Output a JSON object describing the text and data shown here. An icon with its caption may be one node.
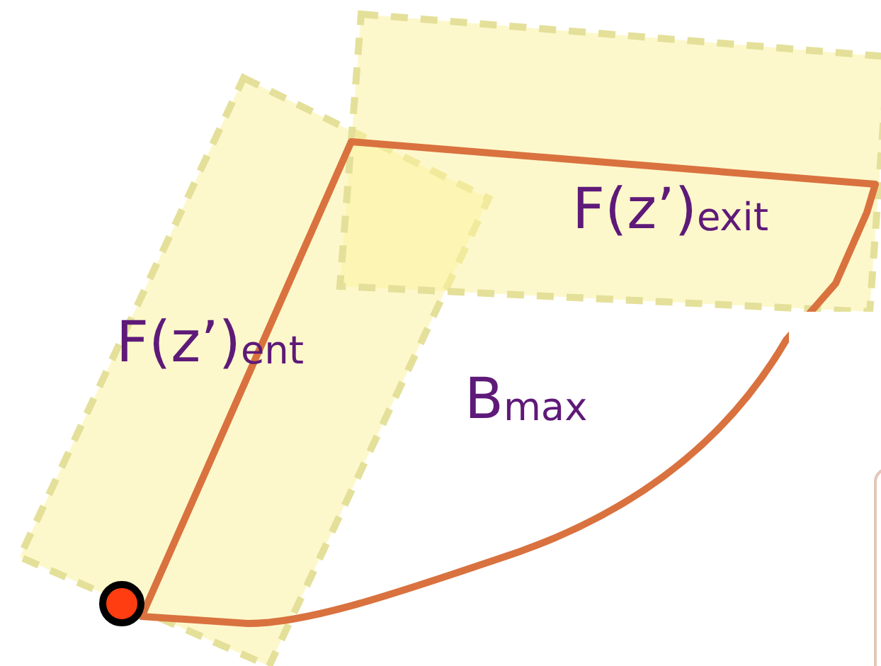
{
  "diagram": {
    "nodes": [
      {
        "text": [
          "F(z’)$_{ent}$"
        ]
      },
      {
        "text": [
          "F(z’)$_{exit}$"
        ]
      },
      {
        "text": [
          "B$_{max}$"
        ]
      }
    ]
  }
}
